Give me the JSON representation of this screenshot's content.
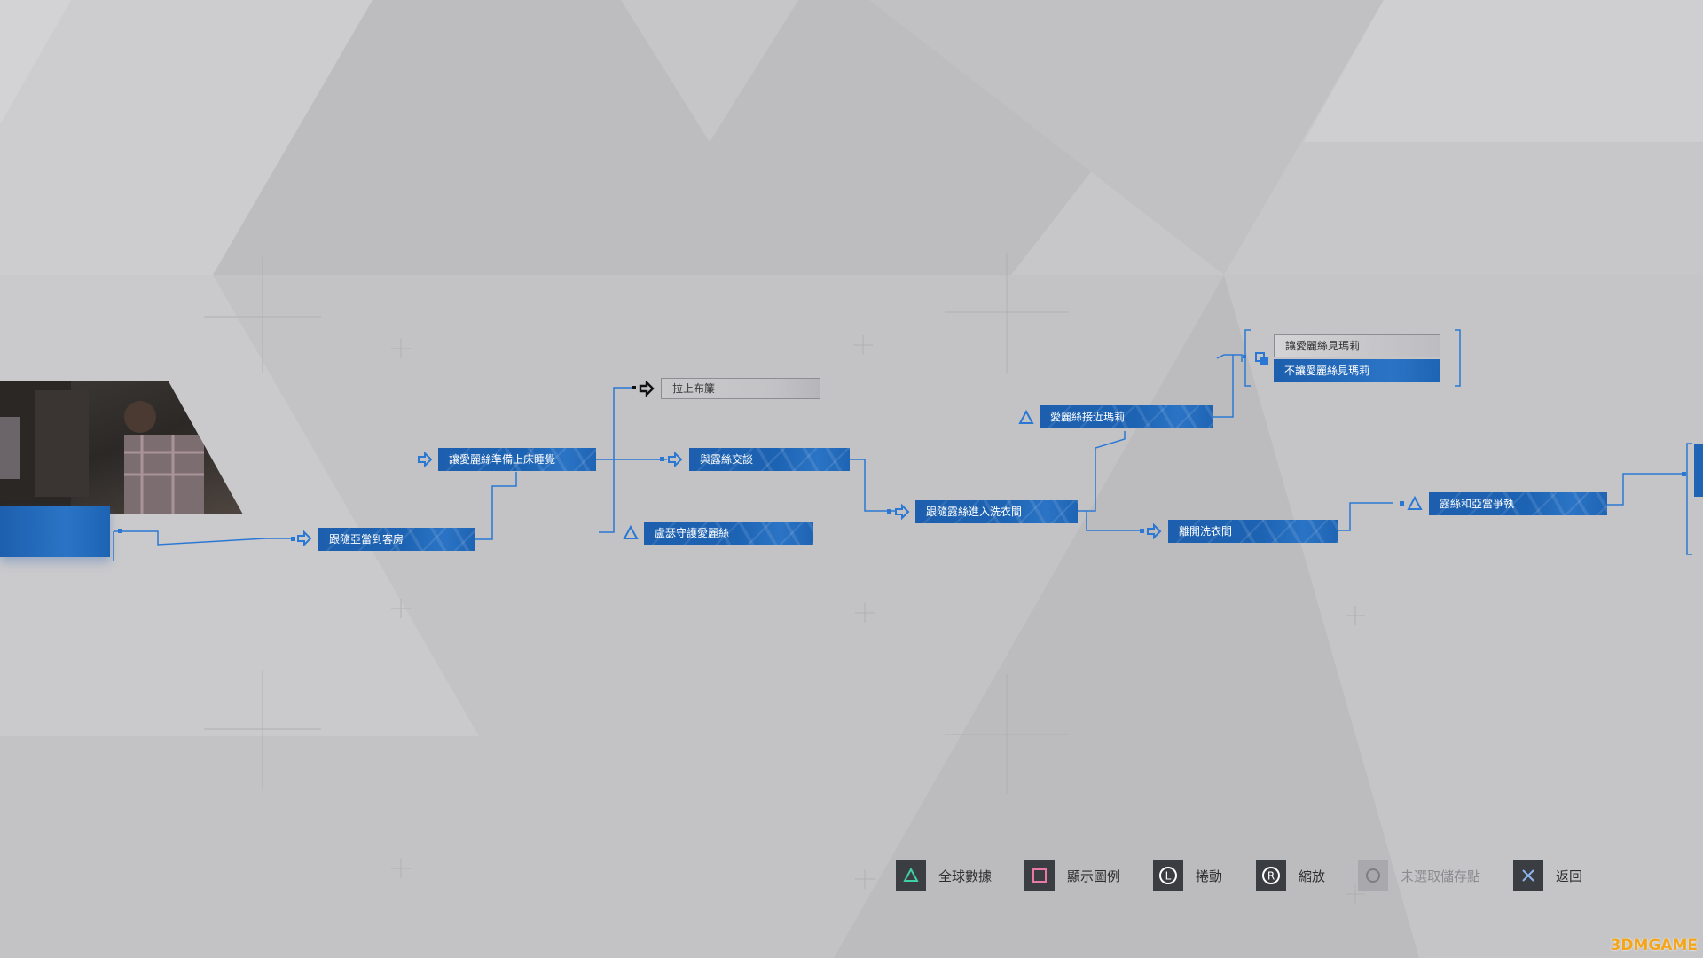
{
  "flowchart": {
    "nodes": {
      "n1": "跟隨亞當到客房",
      "n2": "讓愛麗絲準備上床睡覺",
      "n3": "拉上布簾",
      "n4": "與露絲交談",
      "n5": "盧瑟守護愛麗絲",
      "n6": "跟隨露絲進入洗衣間",
      "n7": "愛麗絲接近瑪莉",
      "n8": "離開洗衣間",
      "n9": "露絲和亞當爭執"
    },
    "choice": {
      "option_a": "讓愛麗絲見瑪莉",
      "option_b": "不讓愛麗絲見瑪莉"
    }
  },
  "hints": [
    {
      "label": "全球數據",
      "icon": "triangle-icon"
    },
    {
      "label": "顯示圖例",
      "icon": "square-icon"
    },
    {
      "label": "捲動",
      "icon": "left-stick-icon",
      "glyph": "L"
    },
    {
      "label": "縮放",
      "icon": "right-stick-icon",
      "glyph": "R"
    },
    {
      "label": "未選取儲存點",
      "icon": "circle-icon"
    },
    {
      "label": "返回",
      "icon": "cross-icon"
    }
  ],
  "watermark": "3DMGAME",
  "colors": {
    "accent": "#1d63b3",
    "icon_blue": "#2b78d4",
    "background": "#c7c7c9"
  }
}
